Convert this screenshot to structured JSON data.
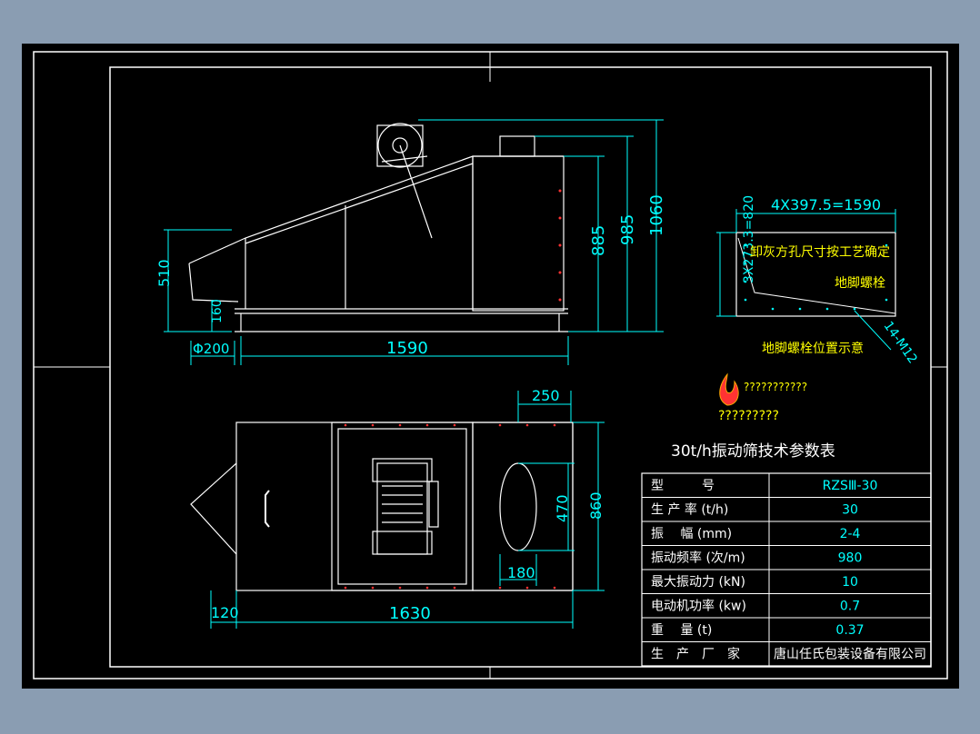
{
  "colors": {
    "background": "#8a9db2",
    "drawing_bg": "#000000",
    "line": "#ffffff",
    "dimension": "#00ffff",
    "text_yellow": "#ffff00",
    "accent_red": "#ff3333"
  },
  "side_view": {
    "dim_510": "510",
    "dim_160": "160",
    "dim_d200": "Φ200",
    "dim_1590": "1590",
    "dim_885": "885",
    "dim_985": "985",
    "dim_1060": "1060"
  },
  "foundation": {
    "dim_width": "4X397.5=1590",
    "dim_height": "3X273.3=820",
    "note_hole": "卸灰方孔尺寸按工艺确定",
    "note_bolt": "地脚螺栓",
    "dim_bolts": "14-M12",
    "caption": "地脚螺栓位置示意"
  },
  "logo": {
    "line1": "???????????",
    "line2": "?????????"
  },
  "plan_view": {
    "dim_250": "250",
    "dim_470": "470",
    "dim_860": "860",
    "dim_180": "180",
    "dim_120": "120",
    "dim_1630": "1630"
  },
  "spec_table": {
    "title": "30t/h振动筛技术参数表",
    "rows": [
      {
        "label": "型　　　号",
        "value": "RZSⅢ-30"
      },
      {
        "label": "生 产 率 (t/h)",
        "value": "30"
      },
      {
        "label": "振　 幅 (mm)",
        "value": "2-4"
      },
      {
        "label": "振动频率 (次/m)",
        "value": "980"
      },
      {
        "label": "最大振动力 (kN)",
        "value": "10"
      },
      {
        "label": "电动机功率 (kw)",
        "value": "0.7"
      },
      {
        "label": "重　 量 (t)",
        "value": "0.37"
      },
      {
        "label": "生　产　厂　家",
        "value": "唐山任氏包装设备有限公司"
      }
    ]
  }
}
